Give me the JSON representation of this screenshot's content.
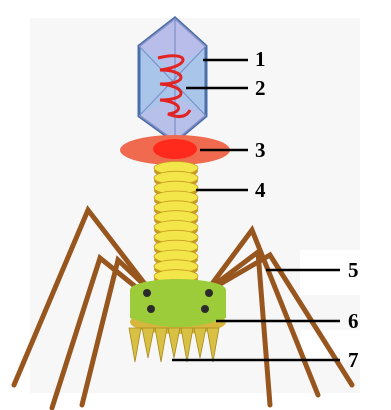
{
  "labels": [
    "1",
    "2",
    "3",
    "4",
    "5",
    "6",
    "7"
  ],
  "colors": {
    "capsid_fill": "#a9c6ea",
    "capsid_stroke": "#4a6ea8",
    "capsid_facet": "#c7b7e8",
    "dna": "#e32222",
    "collar": "#f06a4f",
    "collar_core": "#ff2a1c",
    "sheath": "#f2e64a",
    "sheath_shadow": "#c79a22",
    "baseplate": "#9ccc3a",
    "baseplate_rim": "#d7b63d",
    "fibers": "#98561f",
    "spikes": "#d8c044",
    "leader_line": "#000000"
  }
}
